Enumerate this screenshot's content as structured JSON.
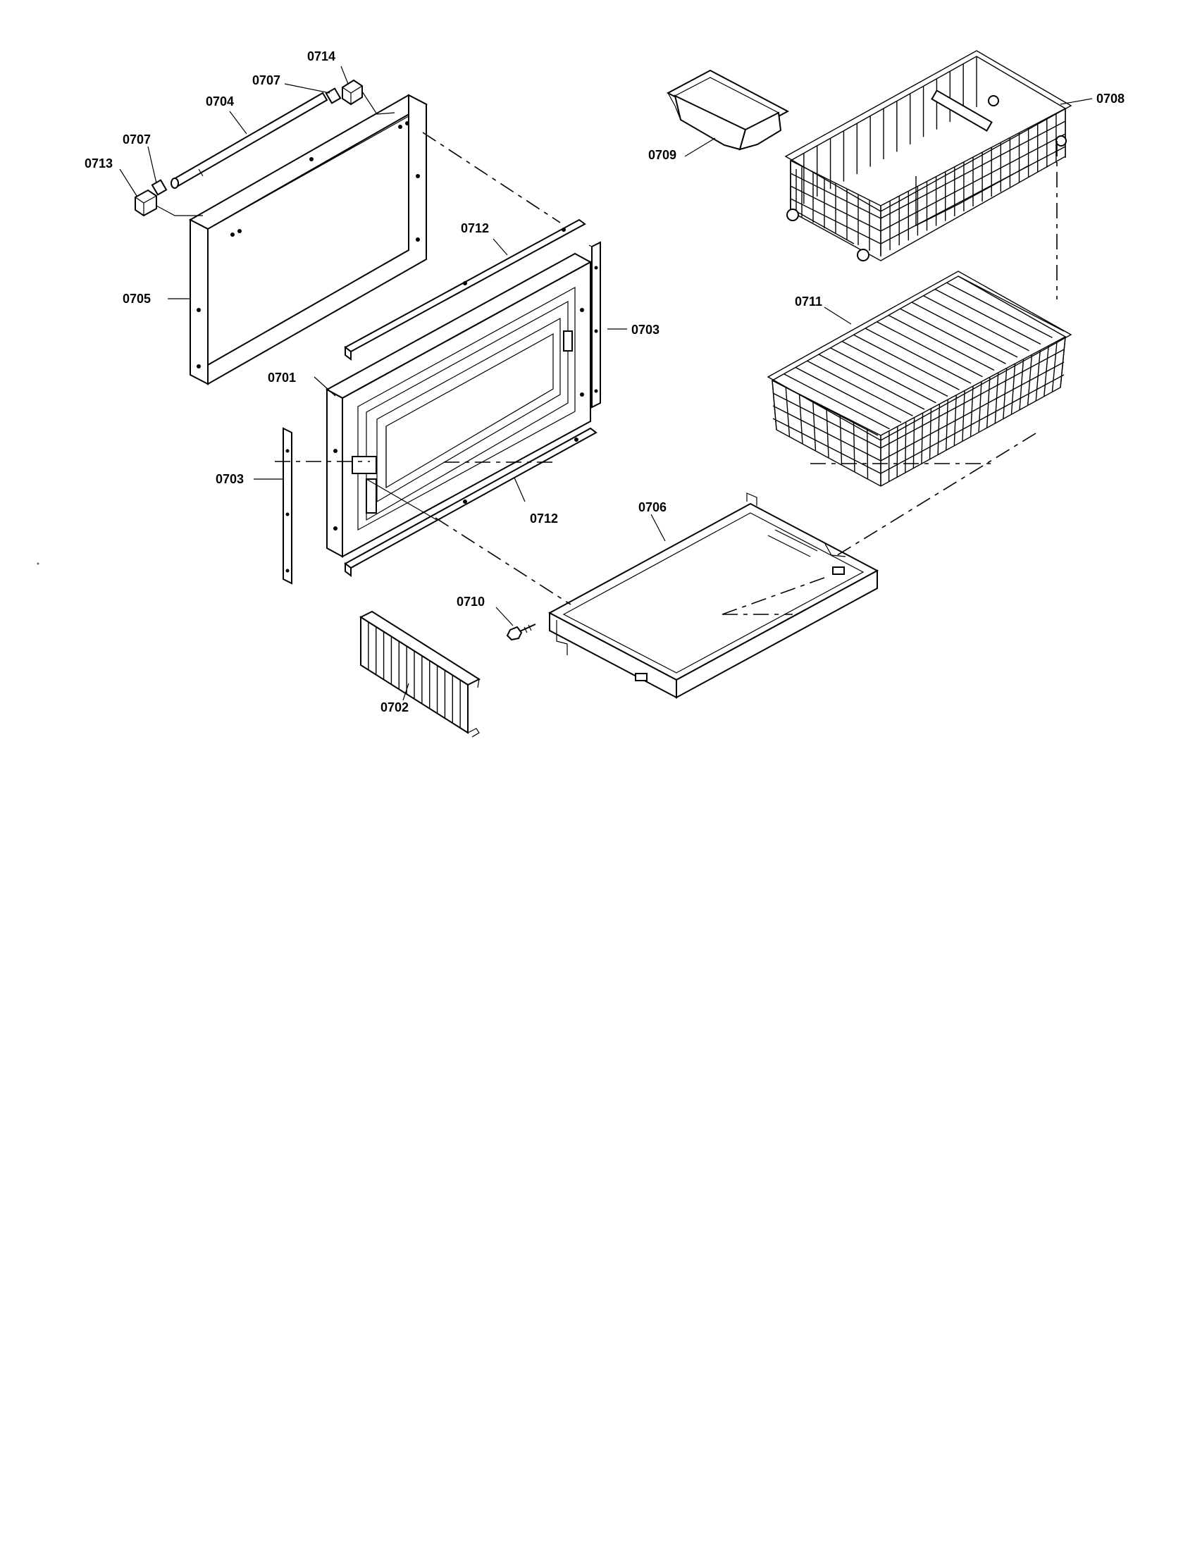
{
  "labels": {
    "p0701": "0701",
    "p0702": "0702",
    "p0703a": "0703",
    "p0703b": "0703",
    "p0704": "0704",
    "p0705": "0705",
    "p0706": "0706",
    "p0707a": "0707",
    "p0707b": "0707",
    "p0708": "0708",
    "p0709": "0709",
    "p0710": "0710",
    "p0711": "0711",
    "p0712a": "0712",
    "p0712b": "0712",
    "p0713": "0713",
    "p0714": "0714"
  }
}
